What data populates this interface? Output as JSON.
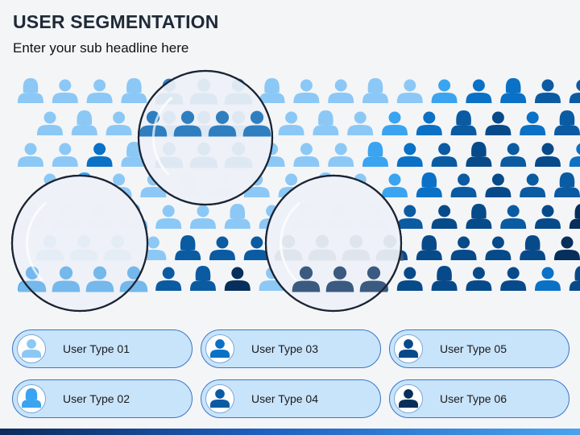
{
  "header": {
    "title": "USER SEGMENTATION",
    "subtitle": "Enter your sub headline here"
  },
  "colors": {
    "type01": "#8cc8f5",
    "type02": "#3aa4f0",
    "type03": "#0a71c6",
    "type04": "#0b5ba3",
    "type05": "#074a8a",
    "type06": "#062f5c",
    "pill_fill": "#c8e4fb",
    "pill_border": "#3a76c4"
  },
  "legend": {
    "items": [
      {
        "label": "User Type 01",
        "color": "#8cc8f5",
        "icon": "male-user-icon"
      },
      {
        "label": "User Type 02",
        "color": "#3aa4f0",
        "icon": "female-user-icon"
      },
      {
        "label": "User Type 03",
        "color": "#0a71c6",
        "icon": "male-user-icon"
      },
      {
        "label": "User Type 04",
        "color": "#0b5ba3",
        "icon": "male-user-icon"
      },
      {
        "label": "User Type 05",
        "color": "#074a8a",
        "icon": "male-user-icon"
      },
      {
        "label": "User Type 06",
        "color": "#062f5c",
        "icon": "male-user-icon"
      }
    ]
  }
}
